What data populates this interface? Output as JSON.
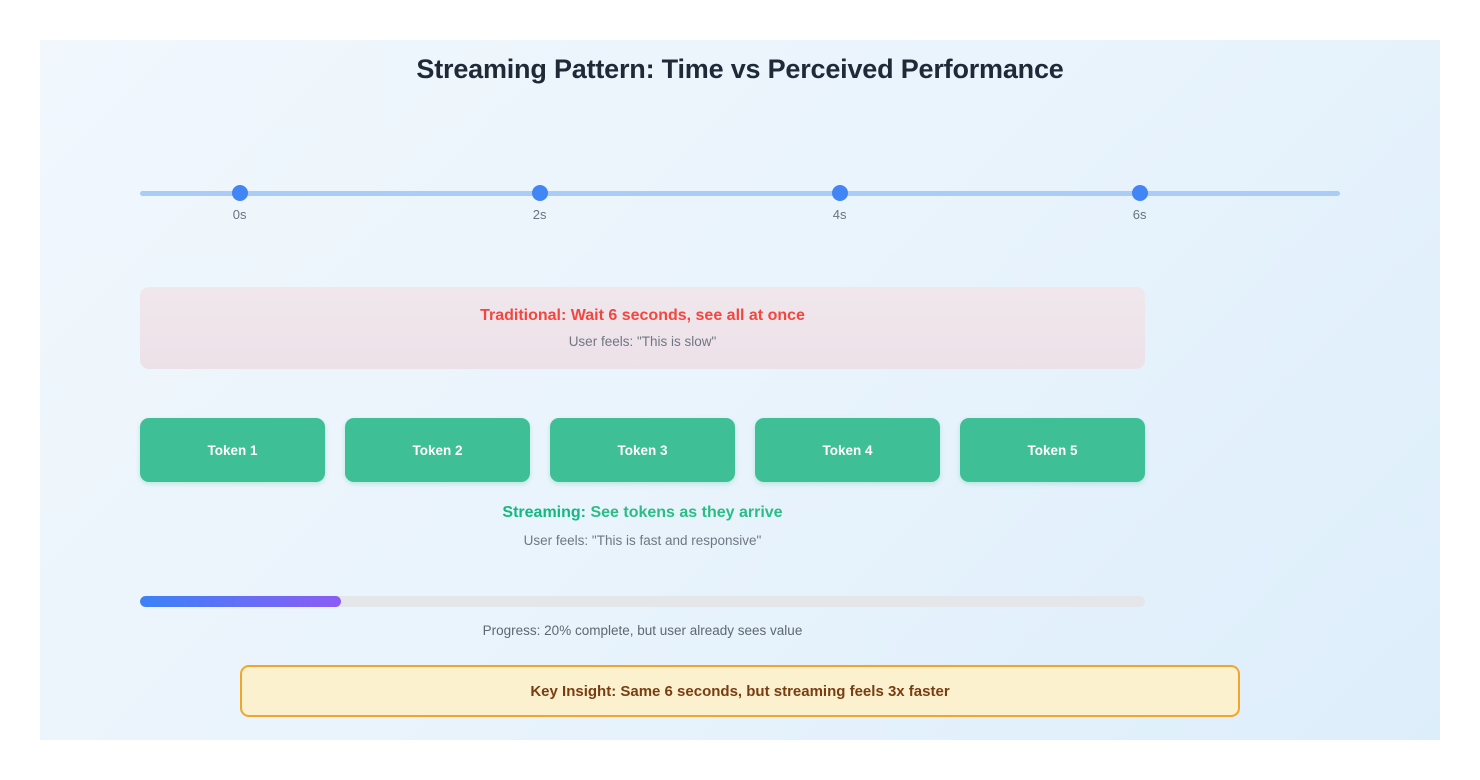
{
  "card": {
    "title": "Streaming Pattern: Time vs Perceived Performance",
    "background_start": "#f1f7fd",
    "background_end": "#ddeefb"
  },
  "timeline": {
    "line_color": "#a9cdf6",
    "dot_color": "#4285f4",
    "marks": [
      {
        "label": "0s",
        "position_pct": 8.3
      },
      {
        "label": "2s",
        "position_pct": 33.3
      },
      {
        "label": "4s",
        "position_pct": 58.3
      },
      {
        "label": "6s",
        "position_pct": 83.3
      }
    ]
  },
  "traditional": {
    "title": "Traditional: Wait 6 seconds, see all at once",
    "subtitle": "User feels: \"This is slow\"",
    "title_color": "#f4463f",
    "subtitle_color": "#707784",
    "background": "#ece1e8"
  },
  "tokens": {
    "color": "#3ebf96",
    "label_color": "#ffffff",
    "items": [
      {
        "label": "Token 1"
      },
      {
        "label": "Token 2"
      },
      {
        "label": "Token 3"
      },
      {
        "label": "Token 4"
      },
      {
        "label": "Token 5"
      }
    ]
  },
  "streaming": {
    "title_prefix": "Streaming:",
    "title_rest": " See tokens as they arrive",
    "subtitle": "User feels: \"This is fast and responsive\"",
    "title_color": "#12b981",
    "subtitle_color": "#707784"
  },
  "progress": {
    "percent": 20,
    "caption": "Progress: 20% complete, but user already sees value",
    "fill_start": "#3b82f6",
    "fill_end": "#8b5cf6",
    "track_color": "#e4e6e9"
  },
  "key_insight": {
    "text": "Key Insight: Same 6 seconds, but streaming feels 3x faster",
    "border_color": "#f0a62c",
    "background": "#fbf1cf",
    "text_color": "#7a3d12"
  },
  "chart_data": {
    "type": "timeline",
    "title": "Streaming Pattern: Time vs Perceived Performance",
    "x": [
      0,
      2,
      4,
      6
    ],
    "tick_labels": [
      "0s",
      "2s",
      "4s",
      "6s"
    ],
    "xlabel": "",
    "ylabel": "",
    "xlim": [
      0,
      6
    ],
    "grid": false,
    "legend": "none",
    "series": [
      {
        "name": "Traditional",
        "render": "single-block",
        "start_s": 0,
        "end_s": 6,
        "label": "Traditional: Wait 6 seconds, see all at once",
        "annotation": "User feels: \"This is slow\"",
        "color": "#f4463f"
      },
      {
        "name": "Streaming",
        "render": "token-blocks",
        "values": [
          "Token 1",
          "Token 2",
          "Token 3",
          "Token 4",
          "Token 5"
        ],
        "count": 5,
        "label": "Streaming: See tokens as they arrive",
        "annotation": "User feels: \"This is fast and responsive\"",
        "color": "#3ebf96"
      },
      {
        "name": "Progress",
        "render": "progress-bar",
        "values": [
          20
        ],
        "unit": "%",
        "annotation": "Progress: 20% complete, but user already sees value"
      }
    ],
    "annotations": [
      "Key Insight: Same 6 seconds, but streaming feels 3x faster"
    ]
  }
}
